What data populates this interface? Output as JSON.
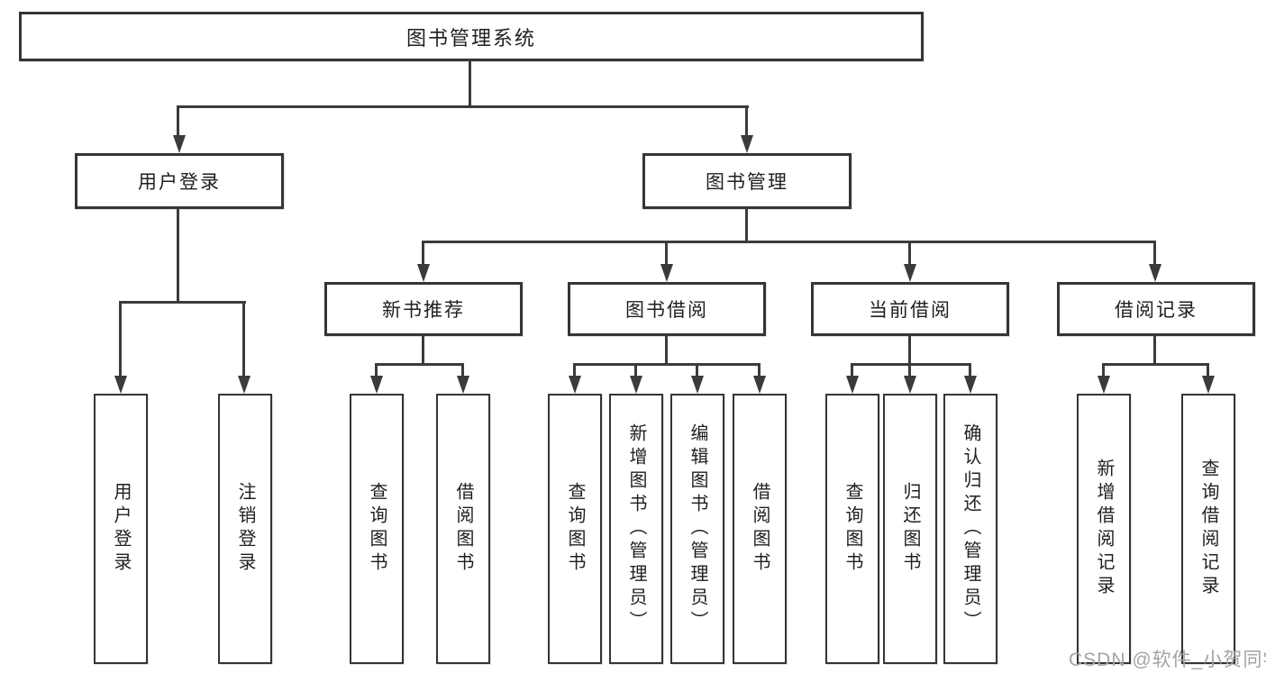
{
  "tree": {
    "root": {
      "label": "图书管理系统"
    },
    "level1": [
      {
        "label": "用户登录"
      },
      {
        "label": "图书管理"
      }
    ],
    "level2": [
      {
        "label": "新书推荐",
        "parent": "图书管理"
      },
      {
        "label": "图书借阅",
        "parent": "图书管理"
      },
      {
        "label": "当前借阅",
        "parent": "图书管理"
      },
      {
        "label": "借阅记录",
        "parent": "图书管理"
      }
    ],
    "leaves": [
      {
        "label": "用户登录",
        "parent": "用户登录"
      },
      {
        "label": "注销登录",
        "parent": "用户登录"
      },
      {
        "label": "查询图书",
        "parent": "新书推荐"
      },
      {
        "label": "借阅图书",
        "parent": "新书推荐"
      },
      {
        "label": "查询图书",
        "parent": "图书借阅"
      },
      {
        "label": "新增图书（管理员）",
        "parent": "图书借阅"
      },
      {
        "label": "编辑图书（管理员）",
        "parent": "图书借阅"
      },
      {
        "label": "借阅图书",
        "parent": "图书借阅"
      },
      {
        "label": "查询图书",
        "parent": "当前借阅"
      },
      {
        "label": "归还图书",
        "parent": "当前借阅"
      },
      {
        "label": "确认归还（管理员）",
        "parent": "当前借阅"
      },
      {
        "label": "新增借阅记录",
        "parent": "借阅记录"
      },
      {
        "label": "查询借阅记录",
        "parent": "借阅记录"
      }
    ]
  },
  "watermark": "CSDN @软件_小贺同学",
  "colors": {
    "line": "#3b3b3b",
    "box_border": "#353535",
    "text": "#1f1f1f",
    "watermark": "#a3a3a3",
    "background": "#ffffff"
  }
}
